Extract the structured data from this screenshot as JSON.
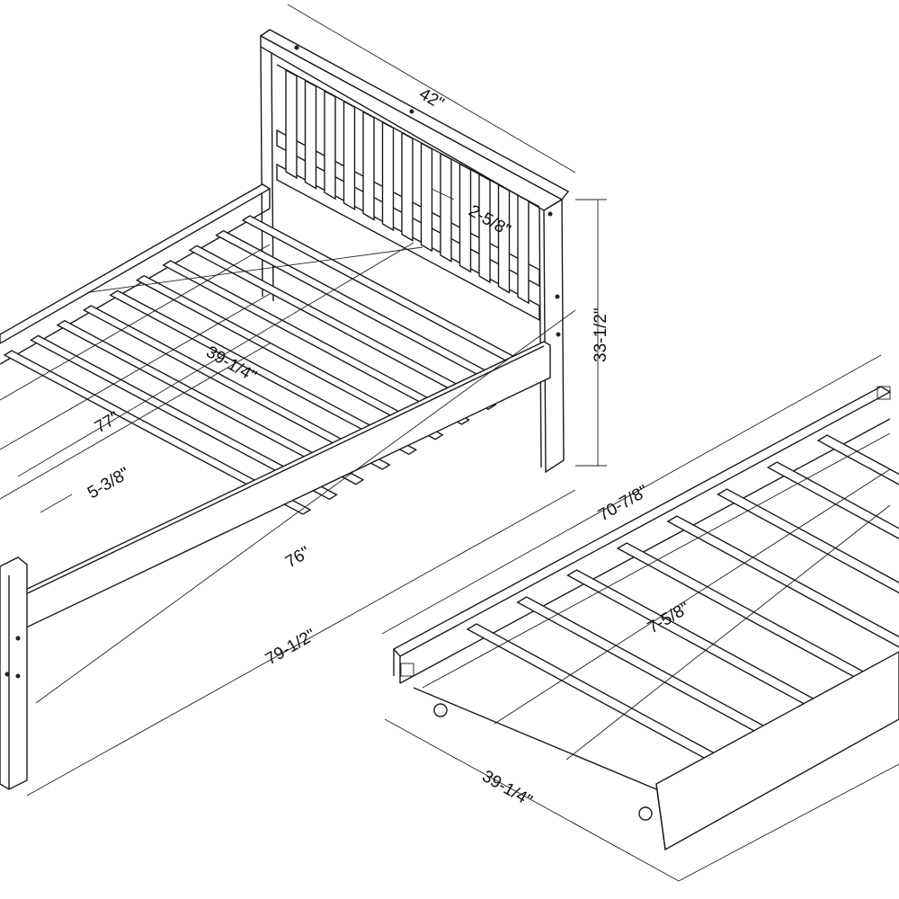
{
  "drawing": {
    "title": "Twin bed with trundle dimension diagram",
    "colors": {
      "line": "#1a1a1a",
      "background": "#ffffff"
    }
  },
  "dimensions": {
    "headboard_width": "42\"",
    "slat_gap_headboard": "2-5/8\"",
    "headboard_height": "33-1/2\"",
    "inner_width": "39-1/4\"",
    "inner_length": "77\"",
    "slat_spacing": "5-3/8\"",
    "rail_length": "76\"",
    "overall_length": "79-1/2\"",
    "trundle_length": "70-7/8\"",
    "trundle_slat_spacing": "7-5/8\"",
    "trundle_width": "39-1/4\""
  }
}
